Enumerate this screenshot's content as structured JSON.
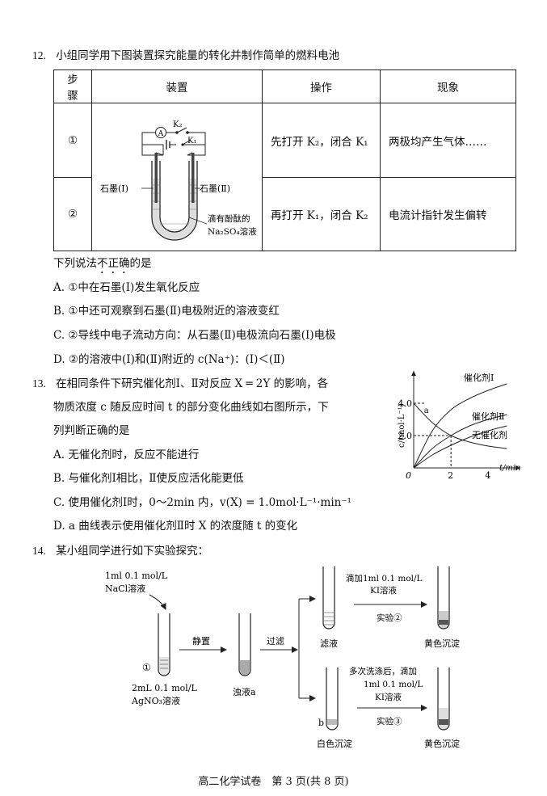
{
  "q12": {
    "number": "12.",
    "stem": "小组同学用下图装置探究能量的转化并制作简单的燃料电池",
    "table": {
      "headers": [
        "步骤",
        "装置",
        "操作",
        "现象"
      ],
      "rows": [
        {
          "step": "①",
          "operation": "先打开 K₂，闭合 K₁",
          "phenomenon": "两极均产生气体……"
        },
        {
          "step": "②",
          "operation": "再打开 K₁，闭合 K₂",
          "phenomenon": "电流计指针发生偏转"
        }
      ],
      "apparatus": {
        "k2": "K₂",
        "k1": "K₁",
        "ammeter": "A",
        "left_label": "石墨(Ⅰ)",
        "right_label": "石墨(Ⅱ)",
        "solution_line1": "滴有酚酞的",
        "solution_line2": "Na₂SO₄溶液"
      }
    },
    "prompt_pre": "下列说法",
    "prompt_emph": "不正确",
    "prompt_post": "的是",
    "options": [
      "A. ①中在石墨(Ⅰ)发生氧化反应",
      "B. ①中还可观察到石墨(Ⅱ)电极附近的溶液变红",
      "C. ②导线中电子流动方向：从石墨(Ⅱ)电极流向石墨(Ⅰ)电极",
      "D. ②的溶液中(Ⅰ)和(Ⅱ)附近的 c(Na⁺)：(Ⅰ)＜(Ⅱ)"
    ]
  },
  "q13": {
    "number": "13.",
    "stem_lines": [
      "在相同条件下研究催化剂Ⅰ、Ⅱ对反应 X ═ 2Y 的影响，各",
      "物质浓度 c 随反应时间 t 的部分变化曲线如右图所示，下",
      "列判断正确的是"
    ],
    "options": [
      "A. 无催化剂时，反应不能进行",
      "B. 与催化剂Ⅰ相比，Ⅱ使反应活化能更低",
      "C. 使用催化剂Ⅰ时，0～2min 内，v(X) = 1.0mol·L⁻¹·min⁻¹",
      "D. a 曲线表示使用催化剂Ⅱ时 X 的浓度随 t 的变化"
    ],
    "chart_data": {
      "type": "line",
      "xlabel": "t/min",
      "ylabel": "c/(mol·L⁻¹)",
      "x_ticks": [
        "0",
        "2",
        "4"
      ],
      "y_ticks": [
        "2.0",
        "4.0"
      ],
      "xlim": [
        0,
        5.2
      ],
      "ylim": [
        0,
        5.6
      ],
      "curve_label_a": "a",
      "series": [
        {
          "name": "催化剂Ⅰ",
          "x": [
            0,
            1,
            2,
            3,
            4,
            5
          ],
          "y": [
            0,
            2.3,
            3.6,
            4.3,
            4.8,
            5.2
          ]
        },
        {
          "name": "催化剂Ⅱ",
          "x": [
            0,
            1,
            2,
            3,
            4,
            5
          ],
          "y": [
            0,
            1.2,
            2.0,
            2.6,
            3.0,
            3.3
          ]
        },
        {
          "name": "无催化剂",
          "x": [
            0,
            1,
            2,
            3,
            4,
            5
          ],
          "y": [
            0,
            0.8,
            1.4,
            1.9,
            2.3,
            2.6
          ]
        },
        {
          "name": "a",
          "x": [
            0,
            1,
            2,
            3,
            4,
            5
          ],
          "y": [
            4.0,
            2.8,
            2.0,
            1.6,
            1.35,
            1.2
          ]
        }
      ]
    }
  },
  "q14": {
    "number": "14.",
    "stem": "某小组同学进行如下实验探究：",
    "diagram": {
      "reagent1_line1": "1ml 0.1 mol/L",
      "reagent1_line2": "NaCl溶液",
      "tube1_label": "①",
      "tube1_line1": "2mL 0.1 mol/L",
      "tube1_line2": "AgNO₃溶液",
      "step_stand": "静置",
      "turbid": "浊液a",
      "step_filter": "过滤",
      "filtrate": "滤液",
      "add_top_line1": "滴加1ml 0.1 mol/L",
      "add_top_line2": "KI溶液",
      "exp2": "实验②",
      "yellow_ppt_top": "黄色沉淀",
      "b_label": "b",
      "white_ppt": "白色沉淀",
      "add_bottom_line1": "多次洗涤后，滴加",
      "add_bottom_line2": "1ml 0.1 mol/L",
      "add_bottom_line3": "KI溶液",
      "exp3": "实验③",
      "yellow_ppt_bottom": "黄色沉淀"
    }
  },
  "footer": "高二化学试卷　第 3 页(共 8 页)"
}
